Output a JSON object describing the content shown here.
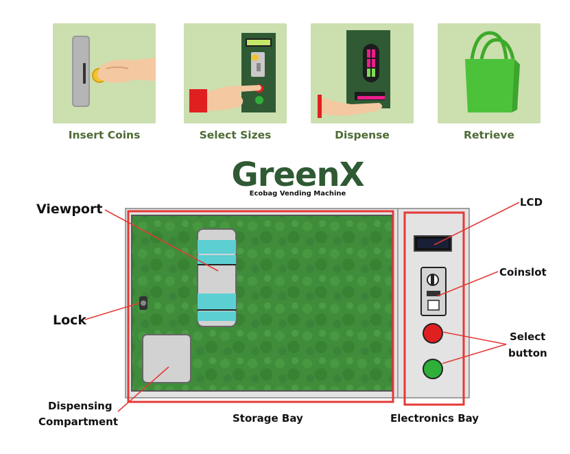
{
  "steps": [
    {
      "label": "Insert Coins",
      "icon": "hand-inserting-coin-icon"
    },
    {
      "label": "Select Sizes",
      "icon": "finger-pressing-button-icon"
    },
    {
      "label": "Dispense",
      "icon": "hand-receiving-bag-icon"
    },
    {
      "label": "Retrieve",
      "icon": "green-shopping-bag-icon"
    }
  ],
  "brand": {
    "name": "GreenX",
    "tagline": "Ecobag Vending Machine"
  },
  "labels": {
    "viewport": "Viewport",
    "lock": "Lock",
    "dispensing_line1": "Dispensing",
    "dispensing_line2": "Compartment",
    "storage_bay": "Storage Bay",
    "electronics_bay": "Electronics Bay",
    "lcd": "LCD",
    "coinslot": "Coinslot",
    "select_line1": "Select",
    "select_line2": "button"
  },
  "colors": {
    "card_bg": "#cbdfaf",
    "step_text": "#4d6a34",
    "brand": "#2f5a34",
    "storage_green": "#3f8d3a",
    "highlight_red": "#e53935",
    "select_red": "#e02020",
    "select_green": "#2fae3a",
    "cyan_bag": "#5ccfd3"
  }
}
